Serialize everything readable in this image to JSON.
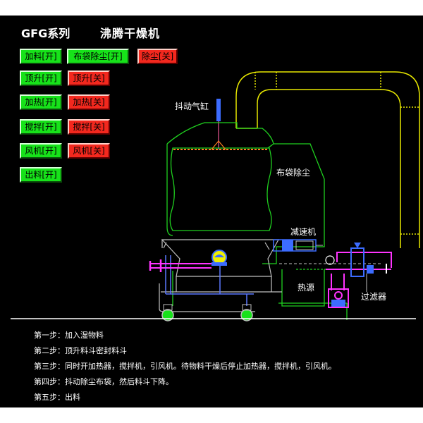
{
  "header": {
    "series": "GFG系列",
    "machine_name": "沸腾干燥机"
  },
  "controls": {
    "feed_on": "加料[开]",
    "dust_bag_on": "布袋除尘[开]",
    "dust_off": "除尘[关]",
    "lift_on": "顶升[开]",
    "lift_off": "顶升[关]",
    "heat_on": "加热[开]",
    "heat_off": "加热[关]",
    "stir_on": "搅拌[开]",
    "stir_off": "搅拌[关]",
    "fan_on": "风机[开]",
    "fan_off": "风机[关]",
    "discharge_on": "出料[开]"
  },
  "labels": {
    "stir_cylinder": "抖动气缸",
    "bag_filter": "布袋除尘",
    "reducer": "减速机",
    "heat_source": "热源",
    "air_filter": "过滤器"
  },
  "steps": [
    "第一步：加入湿物料",
    "第二步：顶升料斗密封料斗",
    "第三步：同时开加热器，搅拌机，引风机。待物料干燥后停止加热器，搅拌机，引风机。",
    "第四步：抖动除尘布袋，然后料斗下降。",
    "第五步：出料"
  ],
  "colors": {
    "on": "#17e21a",
    "off": "#f3281e",
    "outline": "#1fd01f",
    "duct": "#e8e800",
    "pipe": "#ff33ff",
    "pipe_blue": "#3c6cff",
    "frame": "#c0c0c0"
  }
}
